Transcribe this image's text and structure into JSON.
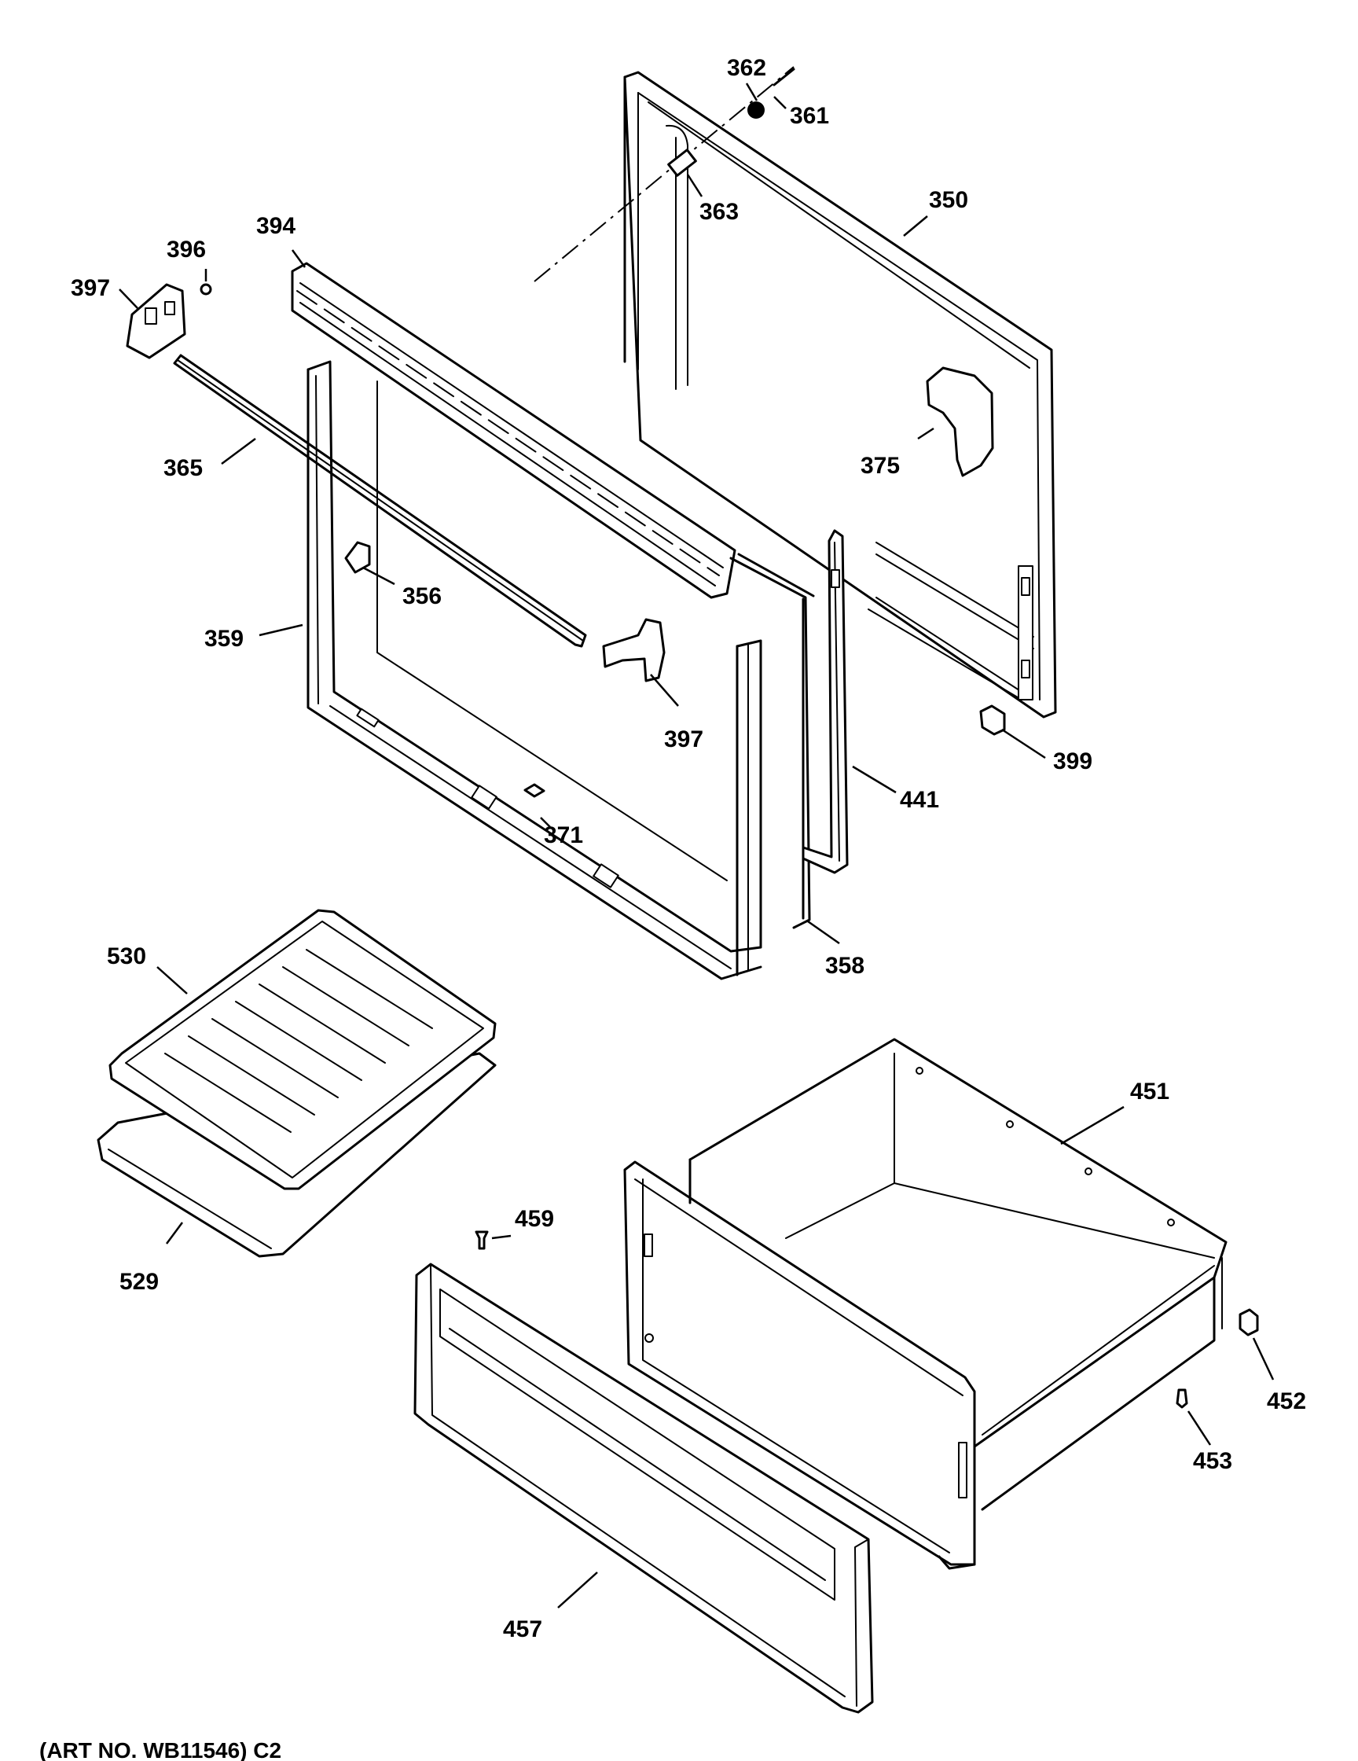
{
  "diagram": {
    "caption": "(ART NO. WB11546) C2",
    "callouts": {
      "c350": "350",
      "c356": "356",
      "c358": "358",
      "c359": "359",
      "c361": "361",
      "c362": "362",
      "c363": "363",
      "c365": "365",
      "c371": "371",
      "c375": "375",
      "c394": "394",
      "c396": "396",
      "c397a": "397",
      "c397b": "397",
      "c399": "399",
      "c441": "441",
      "c451": "451",
      "c452": "452",
      "c453": "453",
      "c457": "457",
      "c459": "459",
      "c529": "529",
      "c530": "530"
    }
  }
}
